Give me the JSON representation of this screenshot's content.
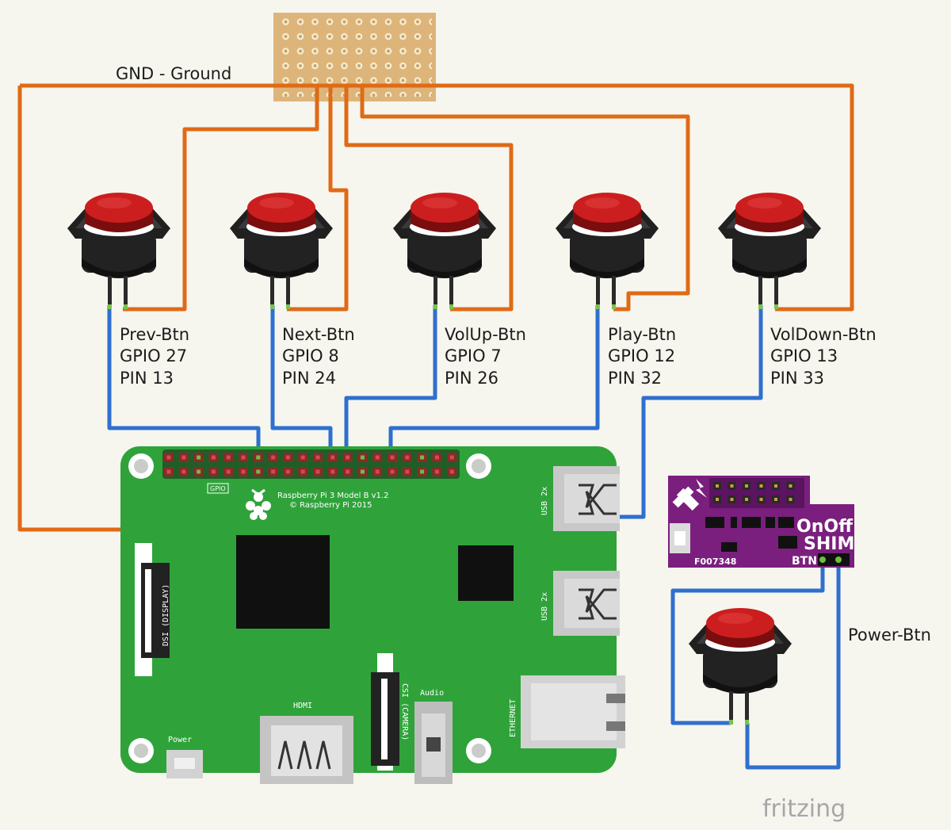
{
  "labels": {
    "gnd": "GND - Ground",
    "power_btn": "Power-Btn",
    "fritzing_logo": "fritzing"
  },
  "buttons": [
    {
      "name": "Prev-Btn",
      "gpio": "GPIO 27",
      "pin": "PIN 13"
    },
    {
      "name": "Next-Btn",
      "gpio": "GPIO 8",
      "pin": "PIN 24"
    },
    {
      "name": "VolUp-Btn",
      "gpio": "GPIO 7",
      "pin": "PIN 26"
    },
    {
      "name": "Play-Btn",
      "gpio": "GPIO 12",
      "pin": "PIN 32"
    },
    {
      "name": "VolDown-Btn",
      "gpio": "GPIO 13",
      "pin": "PIN 33"
    }
  ],
  "board": {
    "model_line1": "Raspberry Pi 3 Model B v1.2",
    "model_line2": "© Raspberry Pi 2015",
    "gpio": "GPIO",
    "usb1": "USB 2x",
    "usb2": "USB 2x",
    "dsi": "DSI (DISPLAY)",
    "hdmi": "HDMI",
    "csi": "CSI (CAMERA)",
    "audio": "Audio",
    "ethernet": "ETHERNET",
    "power": "Power"
  },
  "shim": {
    "title1": "OnOff",
    "title2": "SHIM",
    "part": "F007348",
    "btn": "BTN"
  },
  "colors": {
    "ground_wire": "#e06a16",
    "gpio_wire": "#2f6fcf",
    "pcb": "#2fa33a",
    "shim": "#7a1f7d",
    "button_cap": "#c81e1e"
  }
}
